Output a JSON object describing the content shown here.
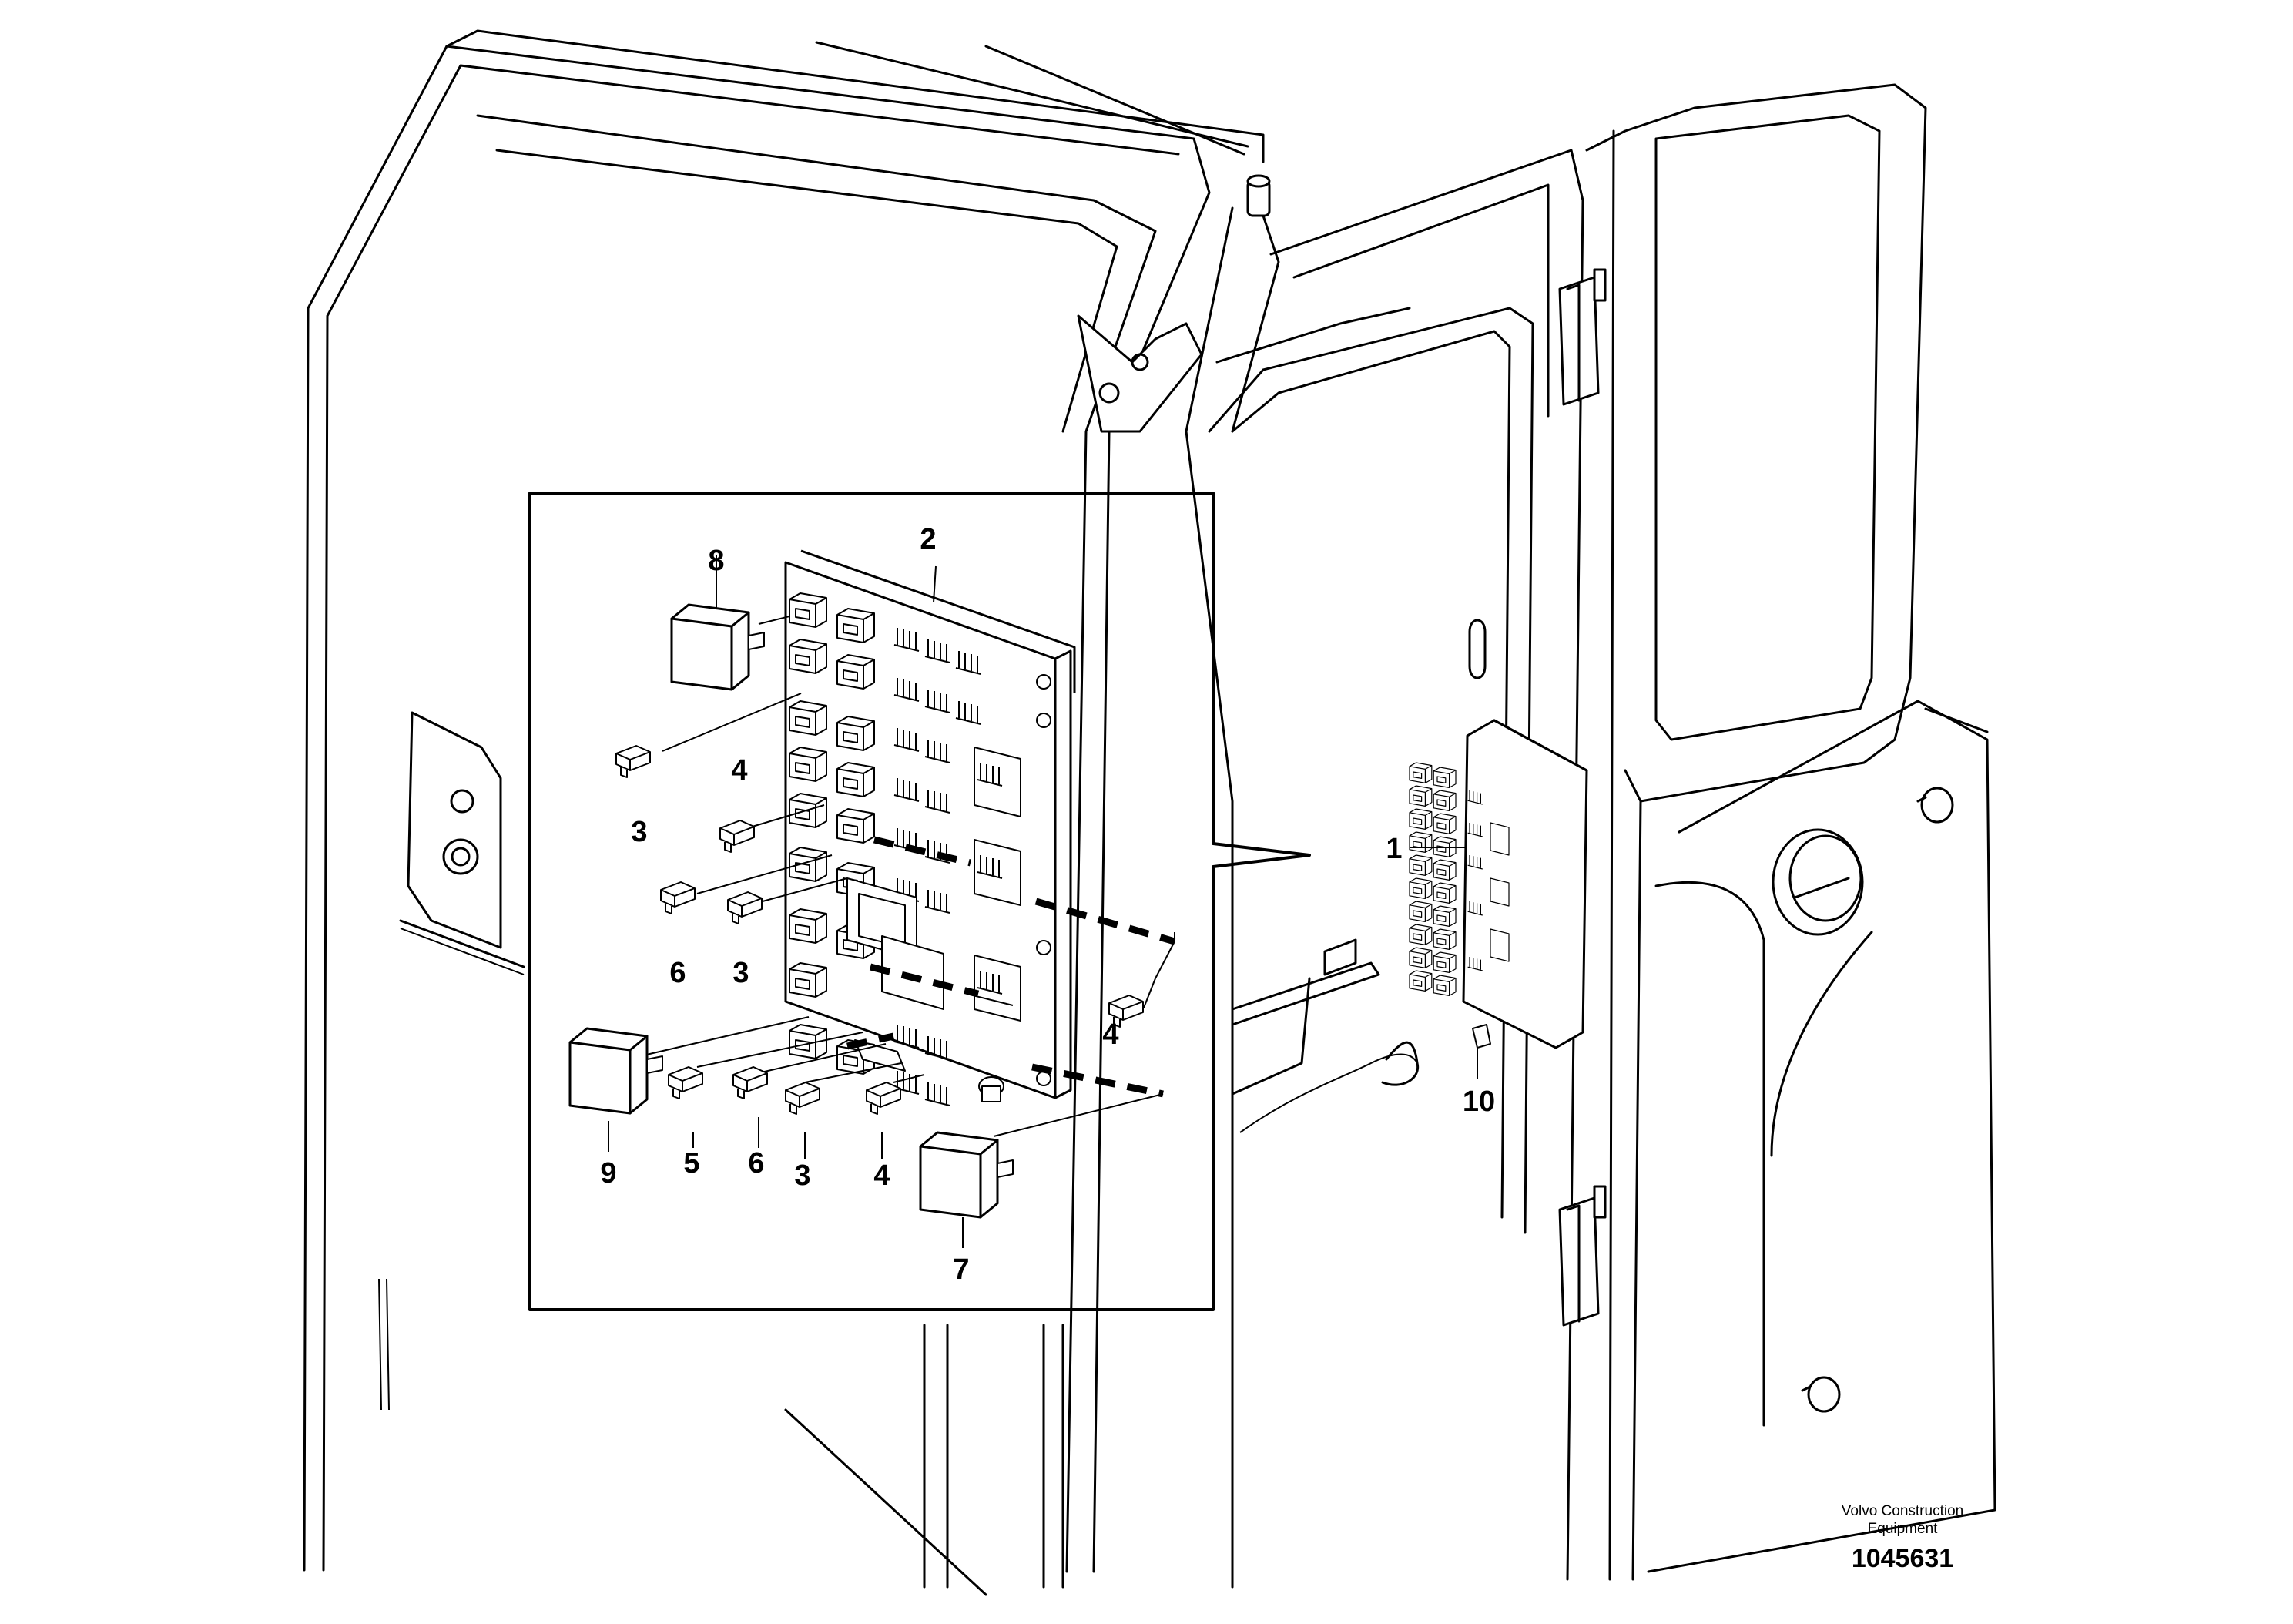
{
  "callouts": {
    "n1": "1",
    "n2": "2",
    "n3a": "3",
    "n3b": "3",
    "n3c": "3",
    "n4a": "4",
    "n4b": "4",
    "n4c": "4",
    "n5": "5",
    "n6a": "6",
    "n6b": "6",
    "n7": "7",
    "n8": "8",
    "n9": "9",
    "n10": "10"
  },
  "brand": {
    "line1": "Volvo Construction",
    "line2": "Equipment"
  },
  "drawing_number": "1045631"
}
